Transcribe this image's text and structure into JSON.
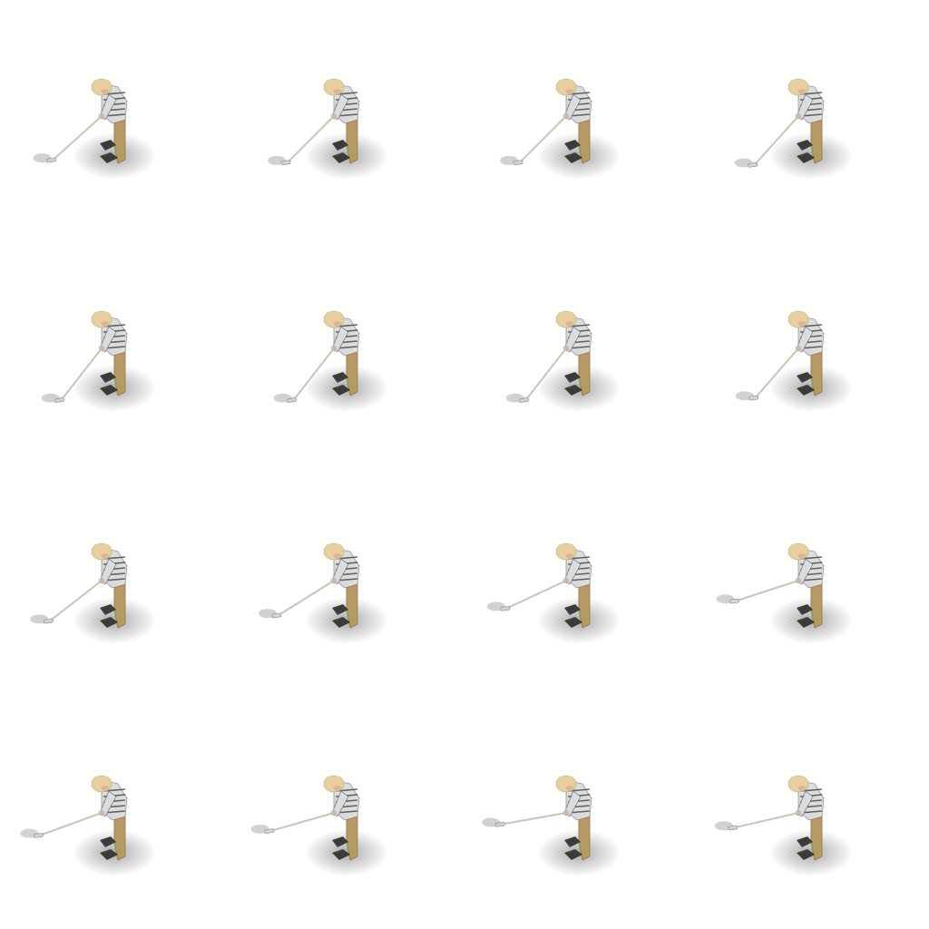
{
  "sprite_sheet": {
    "subject": "golfer",
    "frame_count": 16,
    "columns": 4,
    "rows": 4,
    "colors": {
      "background": "#ffffff",
      "hair": "#e8cfa0",
      "shirt": "#dcdcdc",
      "shirt_stripe": "#3a3a3a",
      "pants": "#b59a62",
      "shoes": "#3b3b3b",
      "club_shaft": "#c9c4bb",
      "shadow": "#9a9a9a"
    },
    "frames": [
      {
        "index": 1,
        "club_angle_deg": 222
      },
      {
        "index": 2,
        "club_angle_deg": 225
      },
      {
        "index": 3,
        "club_angle_deg": 225
      },
      {
        "index": 4,
        "club_angle_deg": 228
      },
      {
        "index": 5,
        "club_angle_deg": 232
      },
      {
        "index": 6,
        "club_angle_deg": 232
      },
      {
        "index": 7,
        "club_angle_deg": 232
      },
      {
        "index": 8,
        "club_angle_deg": 229
      },
      {
        "index": 9,
        "club_angle_deg": 218
      },
      {
        "index": 10,
        "club_angle_deg": 212
      },
      {
        "index": 11,
        "club_angle_deg": 205
      },
      {
        "index": 12,
        "club_angle_deg": 198
      },
      {
        "index": 13,
        "club_angle_deg": 200
      },
      {
        "index": 14,
        "club_angle_deg": 196
      },
      {
        "index": 15,
        "club_angle_deg": 190
      },
      {
        "index": 16,
        "club_angle_deg": 193
      }
    ]
  }
}
